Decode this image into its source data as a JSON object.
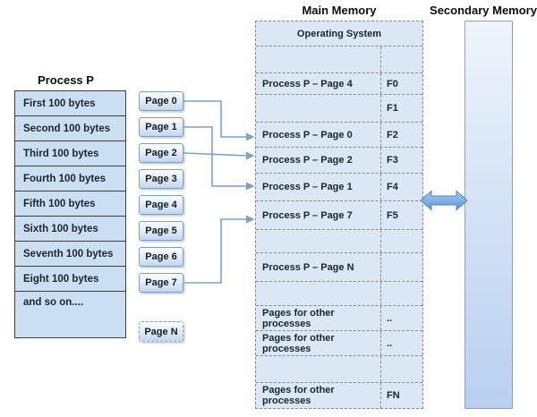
{
  "titles": {
    "process": "Process P",
    "main_memory": "Main Memory",
    "secondary_memory": "Secondary Memory"
  },
  "process_table": {
    "rows": [
      "First 100 bytes",
      "Second 100 bytes",
      "Third 100 bytes",
      "Fourth 100 bytes",
      "Fifth 100 bytes",
      "Sixth 100 bytes",
      "Seventh 100 bytes",
      "Eight 100 bytes",
      "and so on...."
    ]
  },
  "pages": {
    "labels": [
      "Page 0",
      "Page 1",
      "Page 2",
      "Page 3",
      "Page 4",
      "Page 5",
      "Page 6",
      "Page 7"
    ],
    "page_n": "Page N"
  },
  "main_memory": {
    "rows": [
      {
        "label": "Operating System",
        "frame": ""
      },
      {
        "label": "",
        "frame": ""
      },
      {
        "label": "Process P – Page 4",
        "frame": "F0"
      },
      {
        "label": "",
        "frame": "F1"
      },
      {
        "label": "Process P – Page 0",
        "frame": "F2"
      },
      {
        "label": "Process P – Page 2",
        "frame": "F3"
      },
      {
        "label": "Process P – Page 1",
        "frame": "F4"
      },
      {
        "label": "Process P – Page 7",
        "frame": "F5"
      },
      {
        "label": "",
        "frame": ""
      },
      {
        "label": "Process P – Page N",
        "frame": ""
      },
      {
        "label": "",
        "frame": ""
      },
      {
        "label": "Pages for other processes",
        "frame": ".."
      },
      {
        "label": "Pages for other processes",
        "frame": ".."
      },
      {
        "label": "",
        "frame": ""
      },
      {
        "label": "Pages for other processes",
        "frame": "FN"
      }
    ]
  },
  "arrows": [
    {
      "from": "Page 0",
      "to": "Process P – Page 0 (F2)"
    },
    {
      "from": "Page 1",
      "to": "Process P – Page 1 (F4)"
    },
    {
      "from": "Page 2",
      "to": "Process P – Page 2 (F3)"
    },
    {
      "from": "Page 7",
      "to": "Process P – Page 7 (F5)"
    }
  ],
  "double_arrow": {
    "between": [
      "Main Memory",
      "Secondary Memory"
    ]
  },
  "colors": {
    "table_fill": "#cbdff2",
    "memory_fill": "#dbe7f5",
    "page_box_fill_bottom": "#c2d6ee",
    "connector": "#7ba3c9",
    "double_arrow_fill": "#6199d3",
    "double_arrow_border": "#4f86c0",
    "dark_border": "#3f3f3f",
    "dashed_border": "#8c8c8c",
    "text": "#1b2430"
  }
}
